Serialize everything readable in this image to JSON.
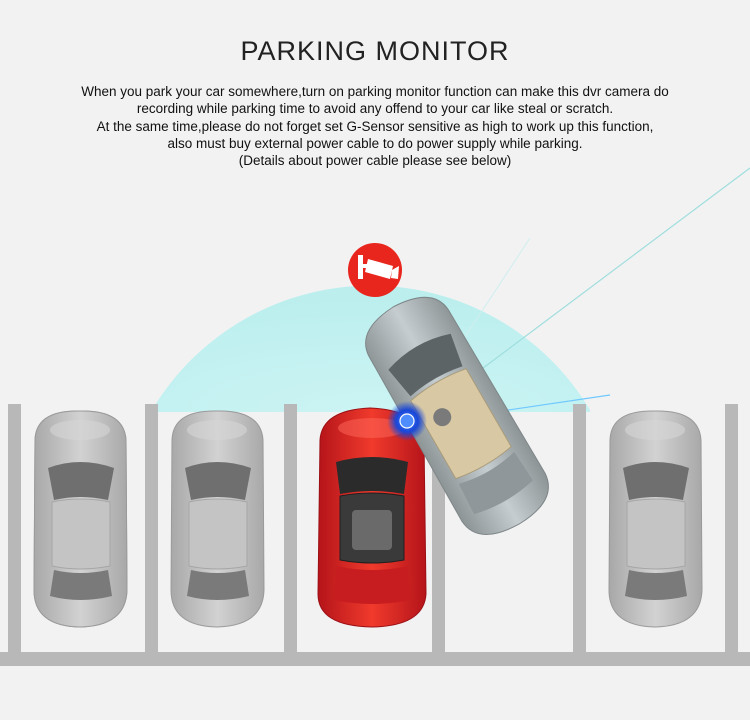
{
  "title": "PARKING MONITOR",
  "description": [
    "When you park your car somewhere,turn on parking monitor function can make this dvr camera do",
    "recording while parking time to avoid any offend to your car like steal or scratch.",
    "At the same time,please do not forget set G-Sensor sensitive as high to work up this function,",
    "also must buy external power cable to do power supply while parking.",
    "(Details about power cable please see below)"
  ],
  "colors": {
    "background": "#f2f2f2",
    "coverage": "#bff0f0",
    "accent_red": "#e8261e",
    "parked_car": "#b9b9b9",
    "moving_car": "#9ea6a8",
    "lines": "#b4b4b4",
    "camera_glow": "#1e5bff"
  },
  "icons": {
    "camera": "cctv-camera-icon"
  }
}
